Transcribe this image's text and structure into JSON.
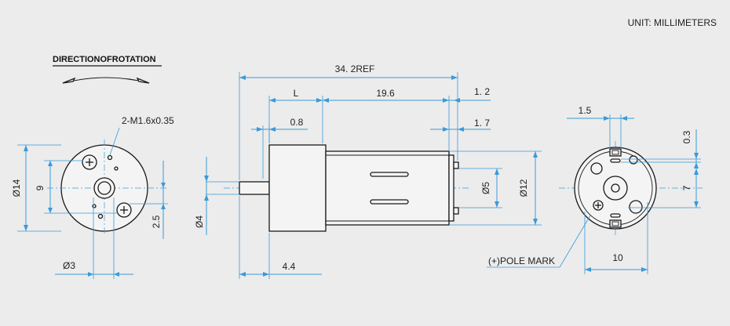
{
  "unit_label": "UNIT: MILLIMETERS",
  "rotation": {
    "title": "DIRECTIONOFROTATION"
  },
  "front_view": {
    "thread_label": "2-M1.6x0.35",
    "dia_14": "Ø14",
    "dim_9": "9",
    "dim_2_5": "2.5",
    "dia_3": "Ø3"
  },
  "side_view": {
    "overall": "34. 2REF",
    "L": "L",
    "dim_19_6": "19.6",
    "dim_1_2": "1. 2",
    "dim_0_8": "0.8",
    "dim_1_7": "1. 7",
    "dia_4": "Ø4",
    "dia_5": "Ø5",
    "dia_12": "Ø12",
    "dim_4_4": "4.4"
  },
  "rear_view": {
    "dim_1_5": "1.5",
    "dim_0_3": "0.3",
    "dim_7": "7",
    "dim_10": "10",
    "pole_mark": "(+)POLE MARK"
  }
}
